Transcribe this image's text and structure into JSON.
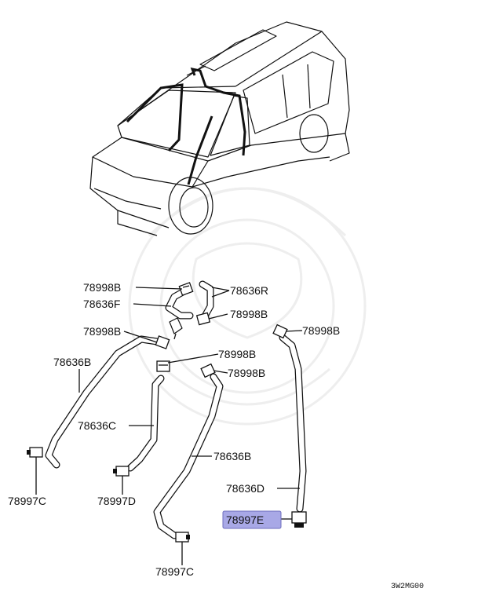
{
  "diagram_code": "3W2MG00",
  "highlight_color": "#a8a8e6",
  "labels": {
    "b_top": "78998B",
    "r_top": "78636R",
    "f_top": "78636F",
    "b_mid_right": "78998B",
    "b_left": "78998B",
    "b_far_right": "78998B",
    "b_center": "78998B",
    "b_center2": "78998B",
    "b_hose_left": "78636B",
    "c_hose": "78636C",
    "b_hose_center": "78636B",
    "d_hose": "78636D",
    "c_clip_left": "78997C",
    "d_clip": "78997D",
    "e_clip": "78997E",
    "c_clip_bottom": "78997C"
  }
}
